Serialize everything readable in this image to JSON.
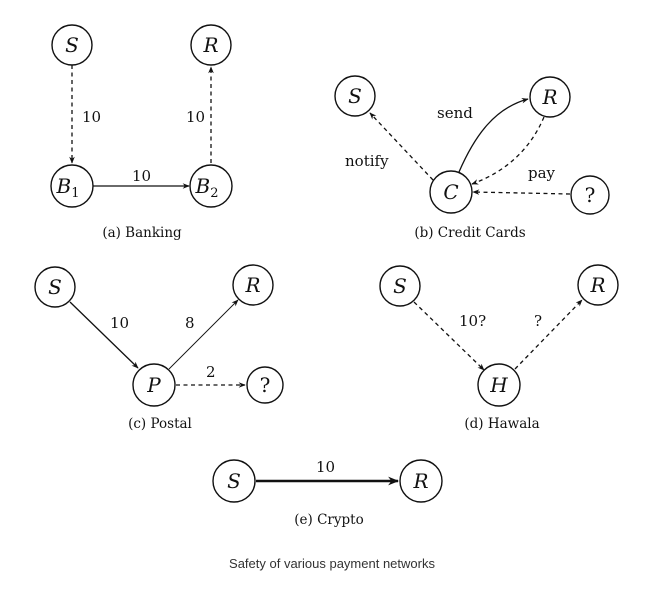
{
  "figure_caption": "Safety of various payment networks",
  "panels": {
    "banking": {
      "caption": "(a) Banking",
      "nodes": {
        "S": "S",
        "R": "R",
        "B1": "B",
        "B1_sub": "1",
        "B2": "B",
        "B2_sub": "2"
      },
      "edges": {
        "S_B1": "10",
        "B1_B2": "10",
        "B2_R": "10"
      }
    },
    "credit_cards": {
      "caption": "(b) Credit Cards",
      "nodes": {
        "S": "S",
        "R": "R",
        "C": "C",
        "Q": "?"
      },
      "edges": {
        "C_S": "notify",
        "C_R": "send",
        "R_C": "",
        "Q_C": "pay"
      }
    },
    "postal": {
      "caption": "(c) Postal",
      "nodes": {
        "S": "S",
        "R": "R",
        "P": "P",
        "Q": "?"
      },
      "edges": {
        "S_P": "10",
        "P_R": "8",
        "P_Q": "2"
      }
    },
    "hawala": {
      "caption": "(d) Hawala",
      "nodes": {
        "S": "S",
        "R": "R",
        "H": "H"
      },
      "edges": {
        "S_H": "10?",
        "H_R": "?"
      }
    },
    "crypto": {
      "caption": "(e) Crypto",
      "nodes": {
        "S": "S",
        "R": "R"
      },
      "edges": {
        "S_R": "10"
      }
    }
  }
}
